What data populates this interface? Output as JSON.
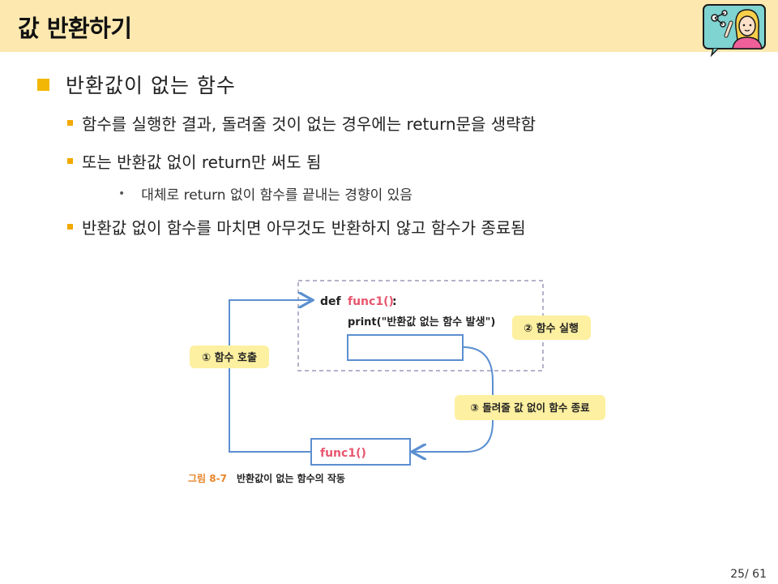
{
  "slide": {
    "title": "값 반환하기",
    "bullets": {
      "main": "반환값이 없는 함수",
      "sub1": "함수를 실행한 결과, 돌려줄 것이 없는 경우에는 return문을 생략함",
      "sub2": "또는 반환값 없이 return만 써도 됨",
      "sub2_detail": "대체로 return 없이 함수를 끝내는 경향이 있음",
      "sub3": "반환값 없이 함수를 마치면 아무것도 반환하지 않고 함수가 종료됨"
    },
    "page": "25/ 61"
  },
  "diagram": {
    "code_def": "def",
    "code_func": "func1()",
    "code_colon": ":",
    "code_print": "print(\"반환값 없는 함수 발생\")",
    "label_call": "① 함수 호출",
    "label_exec": "② 함수 실행",
    "label_end": "③ 돌려줄 값 없이 함수 종료",
    "bottom_func": "func1()",
    "caption_num": "그림 8-7",
    "caption_text": "반환값이 없는 함수의 작동"
  },
  "colors": {
    "header_bg": "#fde9b0",
    "bullet_main": "#f2b705",
    "bullet_sub": "#f2a900",
    "line_blue": "#5b8fd0",
    "func_red": "#e8566e",
    "label_bg": "#fdf0a0",
    "caption_orange": "#e8852a"
  },
  "icons": [
    "avatar-teacher-icon"
  ]
}
